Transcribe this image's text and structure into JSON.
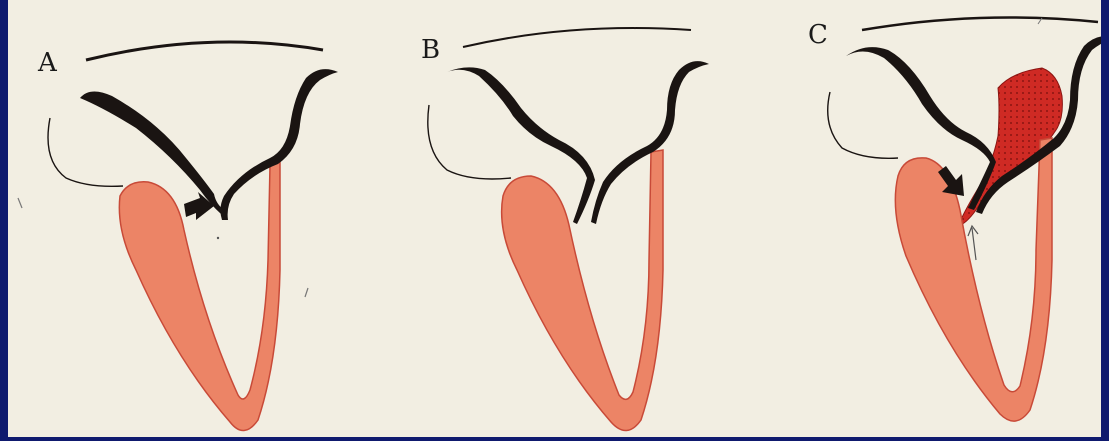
{
  "panels": [
    {
      "label": "A"
    },
    {
      "label": "B"
    },
    {
      "label": "C"
    }
  ],
  "colors": {
    "background": "#f2eee2",
    "border": "#0f1a6e",
    "myocardium": "#ec8466",
    "myocardium_outline": "#c84a38",
    "leaflet": "#1a1412",
    "regurgitant_jet": "#cf2a24"
  }
}
